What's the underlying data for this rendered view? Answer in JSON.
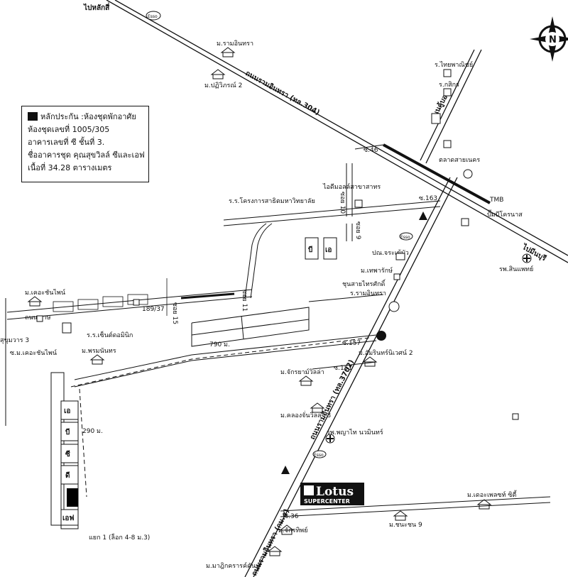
{
  "roads": {
    "north_top_left": "ไปหลักสี่",
    "ramintra_highway": "ถนนรามอินทรา (ทล.304)",
    "ramintra_km": "ถนนรามอินทรา (กม.๕)",
    "main_south_label": "ถนนรามอินทรา (ทล.3702)",
    "to_minburi": "ไปมีนบุรี",
    "ring_road": "ถนนคู้บอน",
    "soi_46": "ซ.46",
    "soi_163": "ซ.163",
    "soi_157": "ซ.157",
    "soi_151": "ซ.151",
    "soi_36": "ซ.36",
    "soi_189_37": "189/37",
    "soi_10": "ซอย 10",
    "soi_9": "ซอย 9",
    "soi_11": "ซอย 11",
    "soi_15": "ซอย 15",
    "khlong_sai": "ถนน.ราษ",
    "distance_790": "790 ม.",
    "distance_290": "290 ม."
  },
  "landmarks": {
    "ramintra_village": "ม.รามอินทรา",
    "paruwit_2": "ม.ปฏิวิภรณ์ 2",
    "thai_panich": "ร.ไทยพาณิชย์",
    "kasikorn": "ร.กสิกร",
    "talad_sai_nakorn": "ตลาดสายเนคร",
    "tmb": "TMB",
    "pump_bright": "ปั๊มบีโครนาส",
    "hospital_east": "รพ.สินแพทย์",
    "school_top": "ร.ร.โครงการสาธิตมหาวิทยาลัย",
    "idea_school": "ไอดีมอลล์สาขาสาทร",
    "post_office": "ปณ.จระเข้บัว",
    "village_nai": "ม.เทพารักษ์",
    "sun_thorn": "ชุนสายไทรศักดิ์",
    "raman": "ร.รามอินทรา",
    "kao_kaew": "ม.เคอะชันไพน์",
    "nong_chok": "ถนน.ราษ",
    "surin_3": "สุขุมวาร 3",
    "theresa_tang": "ซ.ม.เคอะชันไพน์",
    "school_main": "ร.ร.เซ็นต์ดอมินิก",
    "village_prai": "ม.พรมนันทร",
    "uthai_niwet": "ม.อัมรินทร์นิเวศน์ 2",
    "jakrawan": "ม.จักรยาม์วิลล่า",
    "klong_villa": "ม.คลองจั่นวิลล่า 3",
    "hospital_phyathai": "รพ.พญาไท นวมินทร์",
    "lotus_brand": "Lotus",
    "lotus_sub": "SUPERCENTER",
    "delight_city": "ม.เดอะเพลซท์ ซิตี้",
    "sup_9": "ม.ชนะชน 9",
    "jakrathip": "ม.จักรทิพย์",
    "mahasin": "ม.มาฎิกครารค์คันท์",
    "esso": "Esso",
    "tag_b": "บี",
    "tag_a": "เอ",
    "tag_c": "ซี",
    "tag_d": "ดี",
    "tag_f": "เอฟ",
    "north": "N"
  },
  "legend": {
    "title": "หลักประกัน :ห้องชุดพักอาศัย",
    "unit": "ห้องชุดเลขที่ 1005/305",
    "building": "อาคารเลขที่ ซี    ชั้นที่ 3.",
    "project": "ชื่ออาคารชุด คุณสุขวิลล์ ซีและเอฟ",
    "area": "เนื้อที่ 34.28  ตารางเมตร"
  },
  "footnote": "แยก 1 (ล็อก 4-8 ม.3)",
  "colors": {
    "ink": "#111111",
    "paper": "#ffffff",
    "marker": "#000000"
  }
}
